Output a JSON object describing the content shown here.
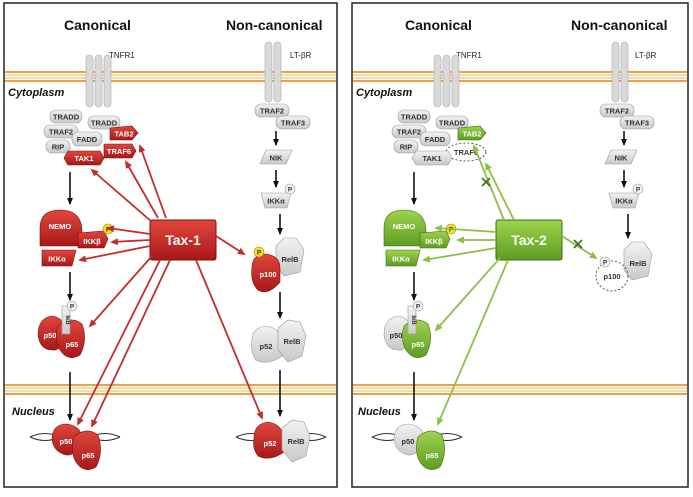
{
  "panels": [
    {
      "canonical": "Canonical",
      "non_canonical": "Non-canonical",
      "receptor_1": "TNFR1",
      "receptor_2": "LT-βR",
      "cytoplasm": "Cytoplasm",
      "nucleus": "Nucleus",
      "viral_protein": "Tax-1",
      "theme_color": "#c0201e",
      "components": {
        "tradd_1": "TRADD",
        "tradd_2": "TRADD",
        "traf2": "TRAF2",
        "fadd": "FADD",
        "rip": "RIP",
        "tab2": "TAB2",
        "traf6": "TRAF6",
        "tak1": "TAK1",
        "nemo": "NEMO",
        "ikkb": "IKKβ",
        "ikka": "IKKα",
        "phos": "P",
        "nc_traf2": "TRAF2",
        "nc_traf3": "TRAF3",
        "nik": "NIK",
        "nc_ikka": "IKKα",
        "relb_1": "RelB",
        "p100": "p100",
        "p52_1": "p52",
        "relb_2": "RelB",
        "ikb": "IκB",
        "p50_1": "p50",
        "p65_1": "p65",
        "p50_2": "p50",
        "p65_2": "p65",
        "p52_2": "p52",
        "relb_3": "RelB"
      }
    },
    {
      "canonical": "Canonical",
      "non_canonical": "Non-canonical",
      "receptor_1": "TNFR1",
      "receptor_2": "LT-βR",
      "cytoplasm": "Cytoplasm",
      "nucleus": "Nucleus",
      "viral_protein": "Tax-2",
      "theme_color": "#7cb82f",
      "components": {
        "tradd_1": "TRADD",
        "tradd_2": "TRADD",
        "traf2": "TRAF2",
        "fadd": "FADD",
        "rip": "RIP",
        "tab2": "TAB2",
        "traf6": "TRAF6",
        "tak1": "TAK1",
        "nemo": "NEMO",
        "ikkb": "IKKβ",
        "ikka": "IKKα",
        "phos": "P",
        "nc_traf2": "TRAF2",
        "nc_traf3": "TRAF3",
        "nik": "NIK",
        "nc_ikka": "IKKα",
        "relb_1": "RelB",
        "p100": "p100",
        "ikb": "IκB",
        "p50_1": "p50",
        "p65_1": "p65",
        "p50_2": "p50",
        "p65_2": "p65"
      }
    }
  ]
}
